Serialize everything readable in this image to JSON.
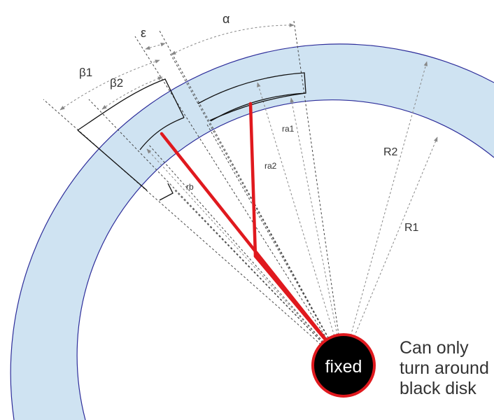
{
  "labels": {
    "alpha": "α",
    "epsilon": "ε",
    "beta1": "β1",
    "beta2": "β2",
    "ra1": "ra1",
    "ra2": "ra2",
    "rb": "rb",
    "R1": "R1",
    "R2": "R2"
  },
  "disk_label": "fixed",
  "note": {
    "line1": "Can only",
    "line2": "turn around",
    "line3": "black disk"
  },
  "colors": {
    "ring_fill": "#cfe3f2",
    "ring_edge": "#2d2d9a",
    "arm": "#e0191e",
    "disk": "#000000",
    "disk_rim": "#e0191e",
    "dash": "#444444"
  }
}
